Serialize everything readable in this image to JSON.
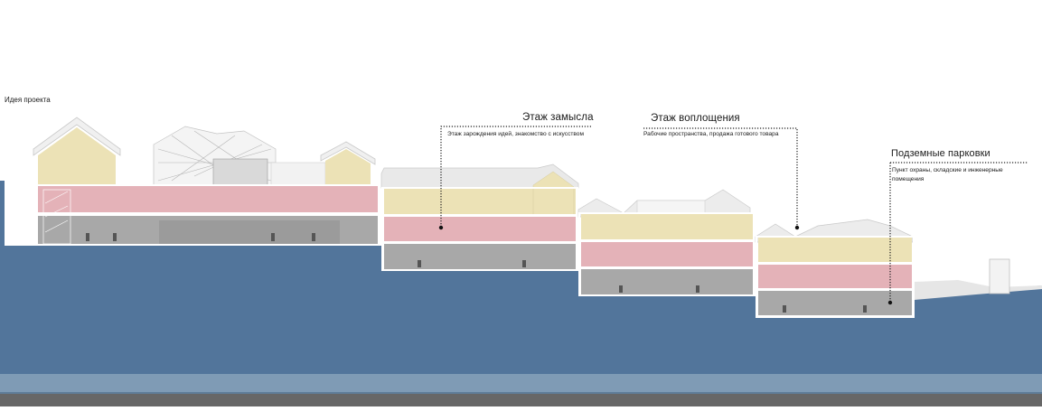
{
  "project_title": "Идея проекта",
  "annotations": {
    "zamysla": {
      "title": "Этаж замысла",
      "subtitle": "Этаж зарождения идей, знакомство с искусством"
    },
    "voploshcheniya": {
      "title": "Этаж воплощения",
      "subtitle": "Рабочие пространства, продажа готового товара"
    },
    "parking": {
      "title": "Подземные парковки",
      "subtitle_line1": "Пункт охраны, складские и инженерные",
      "subtitle_line2": "помещения"
    }
  },
  "colors": {
    "ground": "#52759b",
    "ground_dark": "#44668a",
    "water": "#7f9bb5",
    "road": "#676767",
    "yellow_floor": "#ece2b6",
    "pink_floor": "#e4b2b8",
    "grey_floor": "#a8a8a8",
    "roof": "#e8e8e8"
  }
}
